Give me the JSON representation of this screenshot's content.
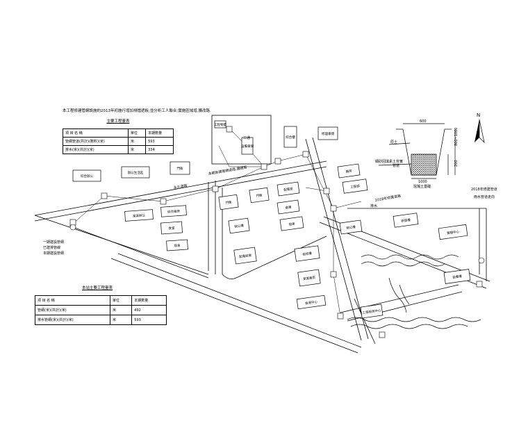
{
  "header_note": "本工程修建管網設施約2013年初施行增加排擋遮板;並分析工人聯合;實施區域增,擴改路.",
  "table1": {
    "title": "主要工程量表",
    "headers": [
      "項 目 名 稱",
      "單位",
      "本期數量"
    ],
    "rows": [
      [
        "管網管道(共計)(數料)(米)",
        "米",
        "593"
      ],
      [
        "排水(米)(共計)(米)",
        "米",
        "334"
      ]
    ]
  },
  "table2": {
    "title": "本站主要工程量表",
    "headers": [
      "項 目 名 稱",
      "單位",
      "本期數量"
    ],
    "rows": [
      [
        "管網(米)(共計)(米)",
        "米",
        "492"
      ],
      [
        "排水管網(米)(共計)(米)",
        "米",
        "593"
      ]
    ]
  },
  "buildings": [
    {
      "id": "b1",
      "label": "綜合辦公"
    },
    {
      "id": "b2",
      "label": "辦公生活區"
    },
    {
      "id": "b3",
      "label": "門衛"
    },
    {
      "id": "b4",
      "label": "某某辦公"
    },
    {
      "id": "b5",
      "label": "綜合廠房"
    },
    {
      "id": "b6",
      "label": "食堂"
    },
    {
      "id": "b7",
      "label": "宿舍"
    },
    {
      "id": "b8",
      "label": "門衛"
    },
    {
      "id": "b9",
      "label": "門衛"
    },
    {
      "id": "b10",
      "label": "配電室"
    },
    {
      "id": "b11",
      "label": "倉庫"
    },
    {
      "id": "b12",
      "label": "宿舍"
    },
    {
      "id": "b13",
      "label": "辦公樓"
    },
    {
      "id": "b14",
      "label": "配電設施"
    },
    {
      "id": "b15",
      "label": "檢修樓"
    },
    {
      "id": "b16",
      "label": "某某廠房"
    },
    {
      "id": "b17",
      "label": "辦公樓"
    },
    {
      "id": "b18",
      "label": "研發樓"
    },
    {
      "id": "b19",
      "label": "實驗中心"
    },
    {
      "id": "b20",
      "label": "廠房"
    },
    {
      "id": "b21",
      "label": "工程部"
    },
    {
      "id": "b22",
      "label": "修理車間"
    },
    {
      "id": "b23",
      "label": "綜合樓"
    },
    {
      "id": "b24",
      "label": "設備車間"
    },
    {
      "id": "b25",
      "label": "工程物資"
    },
    {
      "id": "b26",
      "label": "檢測中心"
    },
    {
      "id": "b27",
      "label": "工程檢測中心"
    },
    {
      "id": "b28",
      "label": "設備樓"
    }
  ],
  "annotations": [
    {
      "id": "a1",
      "text": "永久道路"
    },
    {
      "id": "a2",
      "text": "2018年修建道路"
    },
    {
      "id": "a3",
      "text": "本期新建管網道路,擴建管"
    },
    {
      "id": "a4",
      "text": "2018年修建管道"
    },
    {
      "id": "a5",
      "text": "雨水管道走向"
    },
    {
      "id": "a6",
      "text": "一期建設管網"
    },
    {
      "id": "a7",
      "text": "已建排管線"
    },
    {
      "id": "a8",
      "text": "本期建設管網"
    },
    {
      "id": "a9",
      "text": "排水"
    },
    {
      "id": "a10",
      "text": "三通"
    },
    {
      "id": "a11",
      "text": "管道"
    }
  ],
  "section": {
    "dims": [
      "600",
      "1000",
      "200",
      "800~1000"
    ],
    "labels": [
      "原土",
      "細砂回填素土夯實",
      "混凝土基礎"
    ]
  },
  "north_label": "N"
}
